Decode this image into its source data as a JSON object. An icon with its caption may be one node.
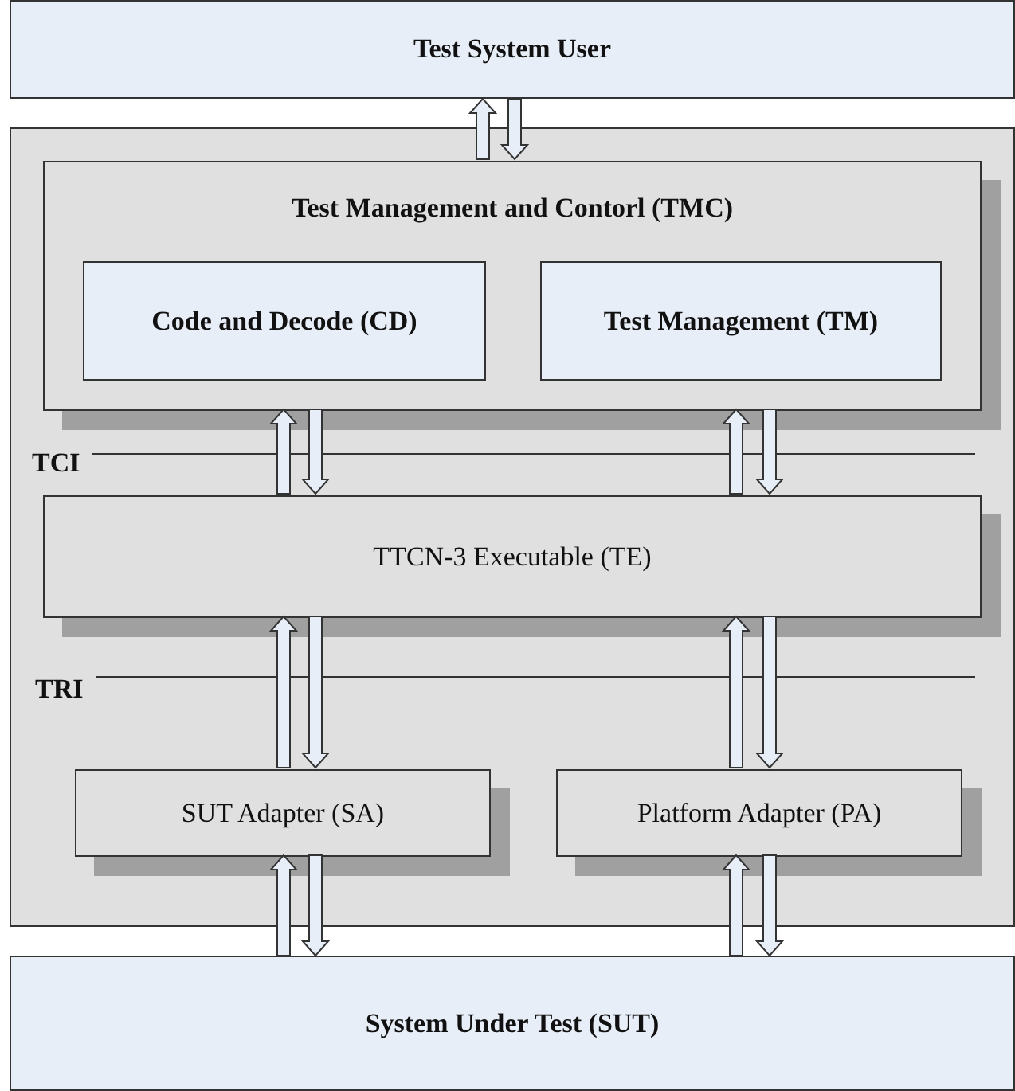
{
  "diagram": {
    "nodes": [
      {
        "text": [
          "Test System User"
        ]
      },
      {
        "text": [],
        "shape": "box"
      },
      {
        "text": [
          "Test Management and Contorl (TMC)"
        ],
        "in": 1
      },
      {
        "text": [
          "Code and Decode (CD)"
        ],
        "in": 2
      },
      {
        "text": [
          "Test Management (TM)"
        ],
        "in": 2
      },
      {
        "text": [
          "TTCN-3 Executable (TE)"
        ],
        "in": 1
      },
      {
        "text": [
          "SUT Adapter (SA)"
        ],
        "in": 1
      },
      {
        "text": [
          "Platform Adapter (PA)"
        ],
        "in": 1
      },
      {
        "text": [
          "System Under Test (SUT)"
        ]
      }
    ],
    "edges": [
      {
        "from": 2,
        "to": 0,
        "arrow": "to"
      },
      {
        "from": 0,
        "to": 2,
        "arrow": "to"
      },
      {
        "from": 5,
        "to": 2,
        "arrow": "to"
      },
      {
        "from": 2,
        "to": 5,
        "arrow": "to"
      },
      {
        "from": 5,
        "to": 2,
        "arrow": "to"
      },
      {
        "from": 2,
        "to": 5,
        "arrow": "to"
      },
      {
        "from": 6,
        "to": 5,
        "arrow": "to"
      },
      {
        "from": 5,
        "to": 6,
        "arrow": "to"
      },
      {
        "from": 7,
        "to": 5,
        "arrow": "to"
      },
      {
        "from": 5,
        "to": 7,
        "arrow": "to"
      },
      {
        "from": 8,
        "to": 6,
        "arrow": "to"
      },
      {
        "from": 6,
        "to": 8,
        "arrow": "to"
      },
      {
        "from": 8,
        "to": 7,
        "arrow": "to"
      },
      {
        "from": 7,
        "to": 8,
        "arrow": "to"
      }
    ],
    "labels": [
      "TCI",
      "TRI"
    ]
  }
}
